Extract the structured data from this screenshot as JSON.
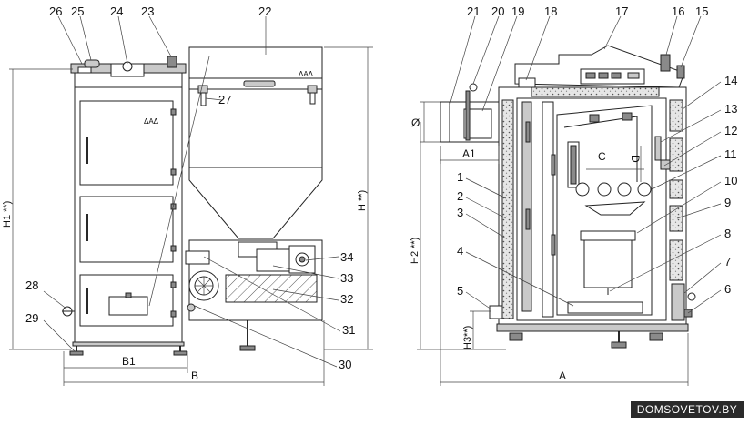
{
  "callouts": {
    "n1": "1",
    "n2": "2",
    "n3": "3",
    "n4": "4",
    "n5": "5",
    "n6": "6",
    "n7": "7",
    "n8": "8",
    "n9": "9",
    "n10": "10",
    "n11": "11",
    "n12": "12",
    "n13": "13",
    "n14": "14",
    "n15": "15",
    "n16": "16",
    "n17": "17",
    "n18": "18",
    "n19": "19",
    "n20": "20",
    "n21": "21",
    "n22": "22",
    "n23": "23",
    "n24": "24",
    "n25": "25",
    "n26": "26",
    "n27": "27",
    "n28": "28",
    "n29": "29",
    "n30": "30",
    "n31": "31",
    "n32": "32",
    "n33": "33",
    "n34": "34"
  },
  "dimensions": {
    "h1": "H1 **)",
    "h": "H **)",
    "h2": "H2 **)",
    "h3": "H3**)",
    "a": "A",
    "a1": "A1",
    "b": "B",
    "b1": "B1",
    "c": "C",
    "d": "D",
    "diameter": "Ø"
  },
  "logo_text": "ΔΑΔ",
  "watermark": "DOMSOVETOV.BY"
}
